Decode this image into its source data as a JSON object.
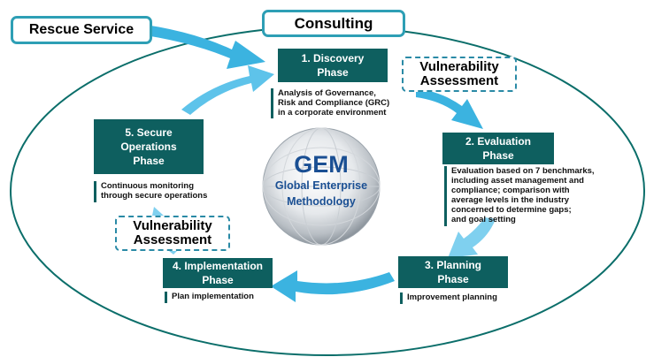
{
  "top_labels": {
    "rescue_service": "Rescue Service",
    "consulting": "Consulting"
  },
  "center": {
    "acronym": "GEM",
    "line1": "Global Enterprise",
    "line2": "Methodology"
  },
  "phases": [
    {
      "title_line1": "1. Discovery",
      "title_line2": "Phase",
      "description": "Analysis of Governance,\nRisk and Compliance (GRC)\nin a corporate environment"
    },
    {
      "title_line1": "2. Evaluation",
      "title_line2": "Phase",
      "description": "Evaluation based on 7 benchmarks,\nincluding asset management and\ncompliance; comparison with\naverage levels in the industry\nconcerned to determine gaps;\nand goal setting"
    },
    {
      "title_line1": "3. Planning",
      "title_line2": "Phase",
      "description": "Improvement planning"
    },
    {
      "title_line1": "4. Implementation",
      "title_line2": "Phase",
      "description": "Plan implementation"
    },
    {
      "title_line1": "5. Secure",
      "title_line2": "Operations",
      "title_line3": "Phase",
      "description": "Continuous monitoring\nthrough secure operations"
    }
  ],
  "vulnerability_assessment": [
    {
      "line1": "Vulnerability",
      "line2": "Assessment"
    },
    {
      "line1": "Vulnerability",
      "line2": "Assessment"
    }
  ],
  "colors": {
    "phase_box": "#0e5f5f",
    "ellipse": "#0b6e6a",
    "arrow": "#3bb3e0",
    "pill_border": "#2e9fb5",
    "gem_text": "#1a4f93"
  }
}
